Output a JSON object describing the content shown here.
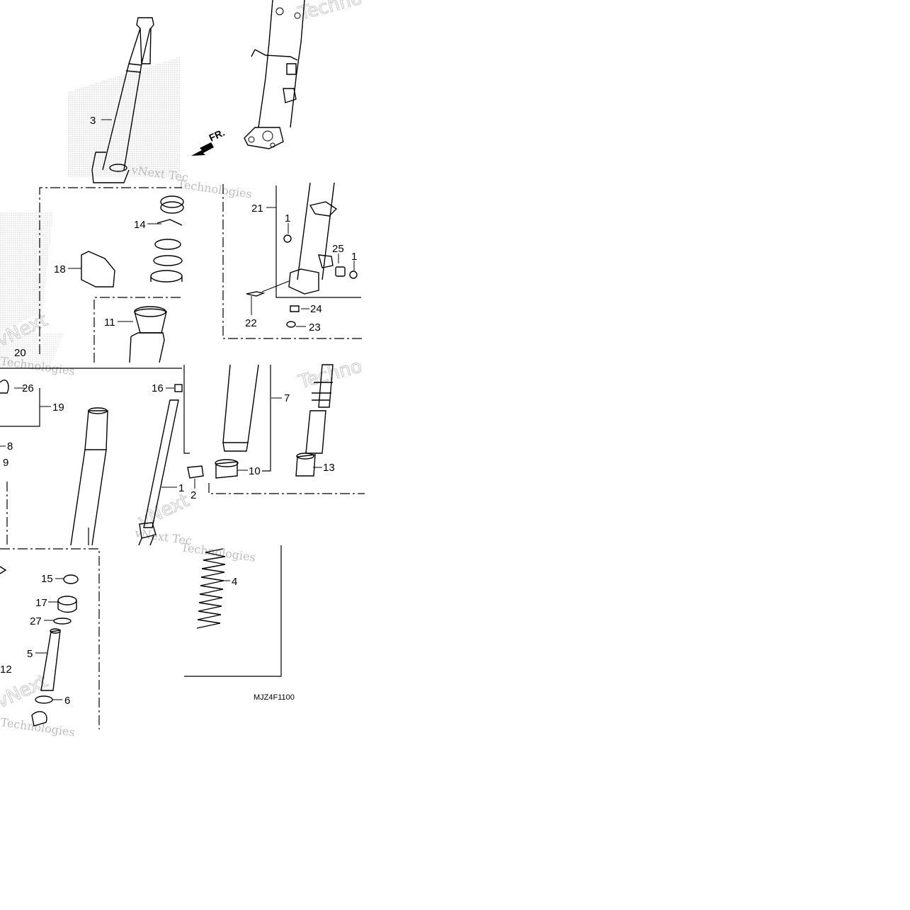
{
  "diagram": {
    "code": "MJZ4F1100",
    "front_marker": "FR.",
    "watermarks": {
      "line1": "vNext Tec",
      "line2": "Technologies",
      "big1": "vNext",
      "big2": "Techno"
    },
    "callouts": {
      "c1a": "1",
      "c1b": "1",
      "c1c": "1",
      "c2": "2",
      "c3": "3",
      "c4": "4",
      "c5": "5",
      "c6": "6",
      "c7": "7",
      "c8": "8",
      "c9": "9",
      "c10": "10",
      "c11": "11",
      "c12": "12",
      "c13": "13",
      "c14": "14",
      "c15": "15",
      "c16": "16",
      "c17": "17",
      "c18": "18",
      "c19": "19",
      "c20": "20",
      "c21": "21",
      "c22": "22",
      "c23": "23",
      "c24": "24",
      "c25": "25",
      "c26": "26",
      "c27": "27"
    }
  }
}
